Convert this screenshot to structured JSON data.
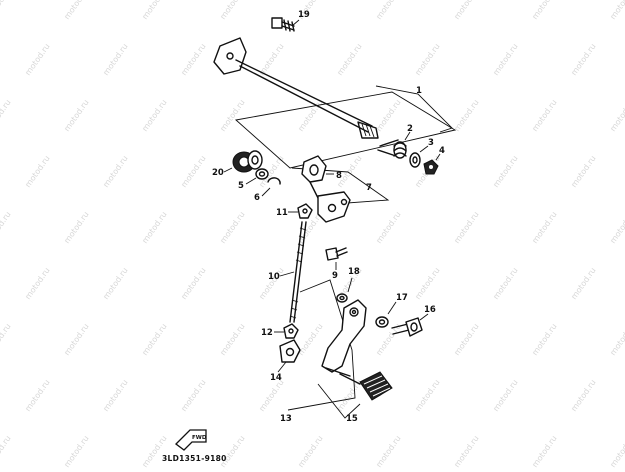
{
  "diagram": {
    "callouts": [
      "1",
      "2",
      "3",
      "4",
      "5",
      "6",
      "7",
      "8",
      "9",
      "10",
      "11",
      "12",
      "13",
      "14",
      "15",
      "16",
      "17",
      "18",
      "19",
      "20"
    ],
    "drawing_code": "3LD1351-9180",
    "watermark_text": "motod.ru",
    "fwd_label": "FWD",
    "line_color": "#111111",
    "background_color": "#ffffff"
  }
}
